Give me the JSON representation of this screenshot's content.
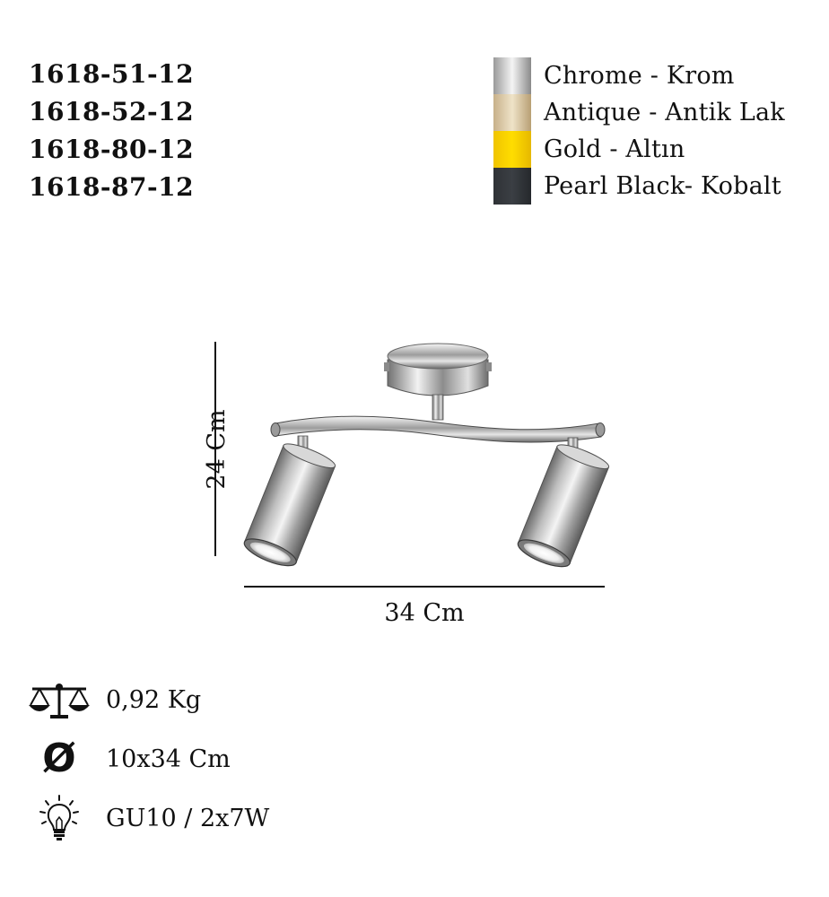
{
  "product_codes": [
    "1618-51-12",
    "1618-52-12",
    "1618-80-12",
    "1618-87-12"
  ],
  "finishes": [
    {
      "label": "Chrome - Krom",
      "colors": [
        "#9a9a9a",
        "#f4f4f4",
        "#8a8a8a"
      ]
    },
    {
      "label": "Antique - Antik Lak",
      "colors": [
        "#c7b089",
        "#efe3c8",
        "#b89f74"
      ]
    },
    {
      "label": "Gold - Altın",
      "colors": [
        "#f0c400",
        "#ffdd00",
        "#e6b800"
      ]
    },
    {
      "label": "Pearl Black- Kobalt",
      "colors": [
        "#2f3236",
        "#3b3f44",
        "#25282c"
      ]
    }
  ],
  "dimensions": {
    "height": "24 Cm",
    "width": "34 Cm"
  },
  "specs": {
    "weight": "0,92 Kg",
    "diameter": "10x34 Cm",
    "bulb": "GU10 / 2x7W"
  },
  "icons": {
    "weight": "scale-icon",
    "diameter": "diameter-symbol-icon",
    "bulb": "lightbulb-icon"
  }
}
